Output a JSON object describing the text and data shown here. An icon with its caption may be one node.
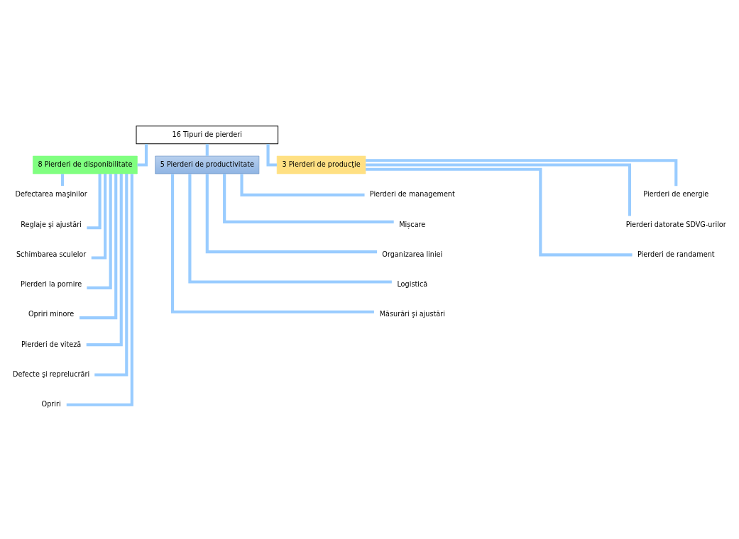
{
  "diagram": {
    "nodes": [
      {
        "text": [
          "16 Tipuri de pierderi"
        ]
      },
      {
        "text": [
          "8 Pierderi de disponibilitate"
        ]
      },
      {
        "text": [
          "5 Pierderi de productivitate"
        ]
      },
      {
        "text": [
          "3 Pierderi de producţie"
        ]
      },
      {
        "text": [
          "Defectarea maşinilor"
        ]
      },
      {
        "text": [
          "Reglaje şi ajustări"
        ]
      },
      {
        "text": [
          "Schimbarea sculelor"
        ]
      },
      {
        "text": [
          "Pierderi la pornire"
        ]
      },
      {
        "text": [
          "Opriri minore"
        ]
      },
      {
        "text": [
          "Pierderi de viteză"
        ]
      },
      {
        "text": [
          "Defecte şi reprelucrări"
        ]
      },
      {
        "text": [
          "Opriri"
        ]
      },
      {
        "text": [
          "Pierderi de management"
        ]
      },
      {
        "text": [
          "Mișcare"
        ]
      },
      {
        "text": [
          "Organizarea liniei"
        ]
      },
      {
        "text": [
          "Logistică"
        ]
      },
      {
        "text": [
          "Măsurări şi ajustări"
        ]
      },
      {
        "text": [
          "Pierderi de energie"
        ]
      },
      {
        "text": [
          "Pierderi datorate SDVG-urilor"
        ]
      },
      {
        "text": [
          "Pierderi de randament"
        ]
      }
    ],
    "edges": [
      {
        "from": 0,
        "to": 1,
        "arrow": "none"
      },
      {
        "from": 0,
        "to": 2,
        "arrow": "none"
      },
      {
        "from": 0,
        "to": 3,
        "arrow": "none"
      },
      {
        "from": 1,
        "to": 4,
        "arrow": "none"
      },
      {
        "from": 1,
        "to": 5,
        "arrow": "none"
      },
      {
        "from": 1,
        "to": 6,
        "arrow": "none"
      },
      {
        "from": 1,
        "to": 7,
        "arrow": "none"
      },
      {
        "from": 1,
        "to": 8,
        "arrow": "none"
      },
      {
        "from": 1,
        "to": 9,
        "arrow": "none"
      },
      {
        "from": 1,
        "to": 10,
        "arrow": "none"
      },
      {
        "from": 1,
        "to": 11,
        "arrow": "none"
      },
      {
        "from": 2,
        "to": 12,
        "arrow": "none"
      },
      {
        "from": 2,
        "to": 13,
        "arrow": "none"
      },
      {
        "from": 2,
        "to": 14,
        "arrow": "none"
      },
      {
        "from": 2,
        "to": 15,
        "arrow": "none"
      },
      {
        "from": 2,
        "to": 16,
        "arrow": "none"
      },
      {
        "from": 3,
        "to": 17,
        "arrow": "none"
      },
      {
        "from": 3,
        "to": 18,
        "arrow": "none"
      },
      {
        "from": 3,
        "to": 19,
        "arrow": "none"
      }
    ]
  }
}
